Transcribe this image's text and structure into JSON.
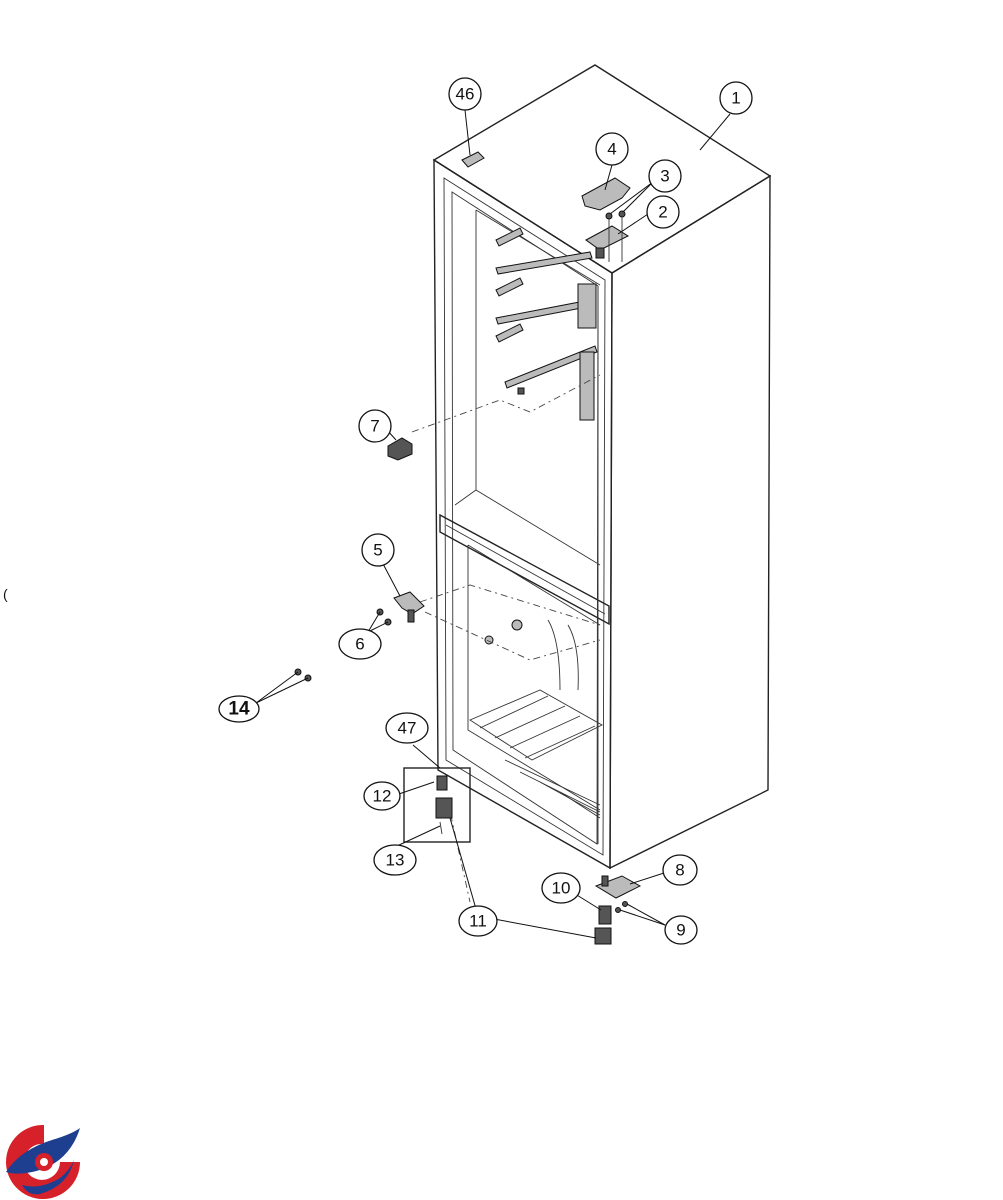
{
  "callouts": [
    {
      "id": "c46",
      "label": "46"
    },
    {
      "id": "c1",
      "label": "1"
    },
    {
      "id": "c4",
      "label": "4"
    },
    {
      "id": "c3",
      "label": "3"
    },
    {
      "id": "c2",
      "label": "2"
    },
    {
      "id": "c7",
      "label": "7"
    },
    {
      "id": "c5",
      "label": "5"
    },
    {
      "id": "c6",
      "label": "6"
    },
    {
      "id": "c14",
      "label": "14"
    },
    {
      "id": "c47",
      "label": "47"
    },
    {
      "id": "c12",
      "label": "12"
    },
    {
      "id": "c13",
      "label": "13"
    },
    {
      "id": "c11",
      "label": "11"
    },
    {
      "id": "c10",
      "label": "10"
    },
    {
      "id": "c8",
      "label": "8"
    },
    {
      "id": "c9",
      "label": "9"
    }
  ],
  "stray_mark": "(",
  "logo": {
    "name": "brand-logo",
    "colors": [
      "#d6202a",
      "#1e3f8f"
    ]
  }
}
